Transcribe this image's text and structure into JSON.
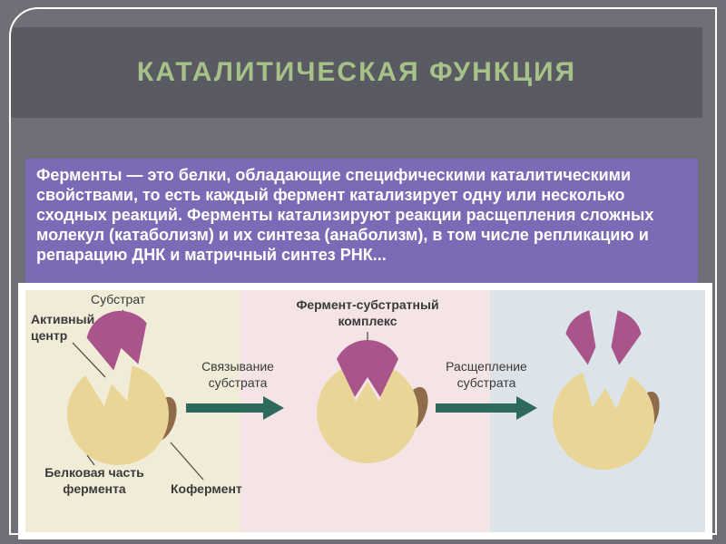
{
  "theme": {
    "background": "#6f6f77",
    "title_band": "#5a5a62",
    "title_color": "#a6c289",
    "text_box_bg": "#7b6ab5",
    "text_color": "#ffffff"
  },
  "header": {
    "title": "КАТАЛИТИЧЕСКАЯ ФУНКЦИЯ"
  },
  "body": {
    "text": "Ферменты — это белки, обладающие специфическими каталитическими свойствами, то есть каждый фермент катализирует одну или несколько сходных реакций. Ферменты катализируют реакции расщепления сложных молекул (катаболизм) и их синтеза (анаболизм), в том числе репликацию и репарацию ДНК и матричный синтез РНК..."
  },
  "diagram": {
    "labels": {
      "substrate": "Субстрат",
      "active_center": "Активный\nцентр",
      "protein_part": "Белковая часть\nфермента",
      "coenzyme": "Кофермент",
      "complex": "Фермент-субстратный\nкомплекс",
      "binding": "Связывание\nсубстрата",
      "cleavage": "Расщепление\nсубстрата"
    },
    "colors": {
      "panel_left": "#f1ecd8",
      "panel_middle": "#f4e4e6",
      "panel_right": "#dce4ea",
      "enzyme": "#e9d595",
      "substrate": "#a9548a",
      "coenzyme": "#8f6b4a",
      "arrow": "#2e695e",
      "label_text": "#3a3a3a"
    }
  }
}
